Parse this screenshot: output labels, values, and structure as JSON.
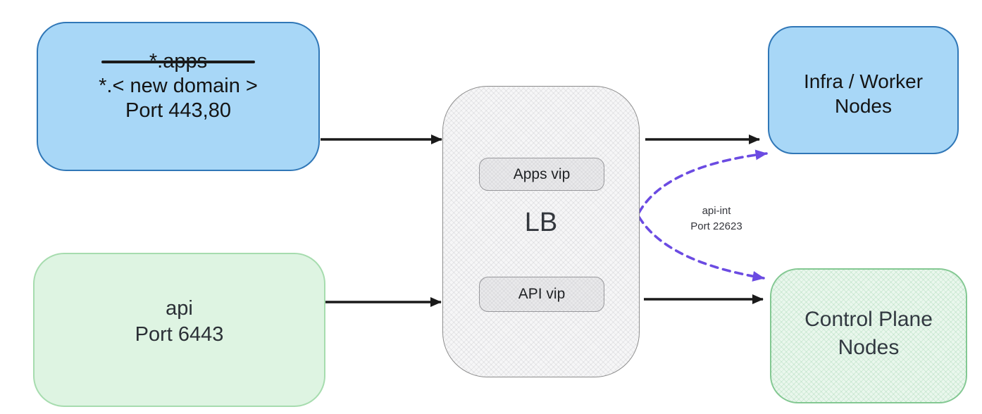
{
  "colors": {
    "blue-fill": "#a8d7f7",
    "blue-border": "#3077b7",
    "green-fill": "#def4e2",
    "green-border": "#a6dcae",
    "green2-fill": "#eaf7ed",
    "green2-border": "#83c892",
    "gray-fill": "#f6f6f7",
    "gray-border": "#8d8d8d",
    "pill-fill": "#e9e9eb",
    "pill-border": "#97979b",
    "arrow-black": "#1a1a1a",
    "arrow-purple": "#6b4be2",
    "text-dark": "#141414",
    "text-gray": "#35363c"
  },
  "boxes": {
    "apps_source": {
      "deprecated_domain": "*.apps",
      "new_domain": "*.< new domain >",
      "ports": "Port 443,80"
    },
    "api_source": {
      "name": "api",
      "port": "Port 6443"
    },
    "lb": {
      "title": "LB",
      "apps_vip": "Apps vip",
      "api_vip": "API vip"
    },
    "infra_worker": {
      "line1": "Infra / Worker",
      "line2": "Nodes"
    },
    "control_plane": {
      "line1": "Control Plane",
      "line2": "Nodes"
    }
  },
  "labels": {
    "api_int": {
      "line1": "api-int",
      "line2": "Port 22623"
    }
  }
}
